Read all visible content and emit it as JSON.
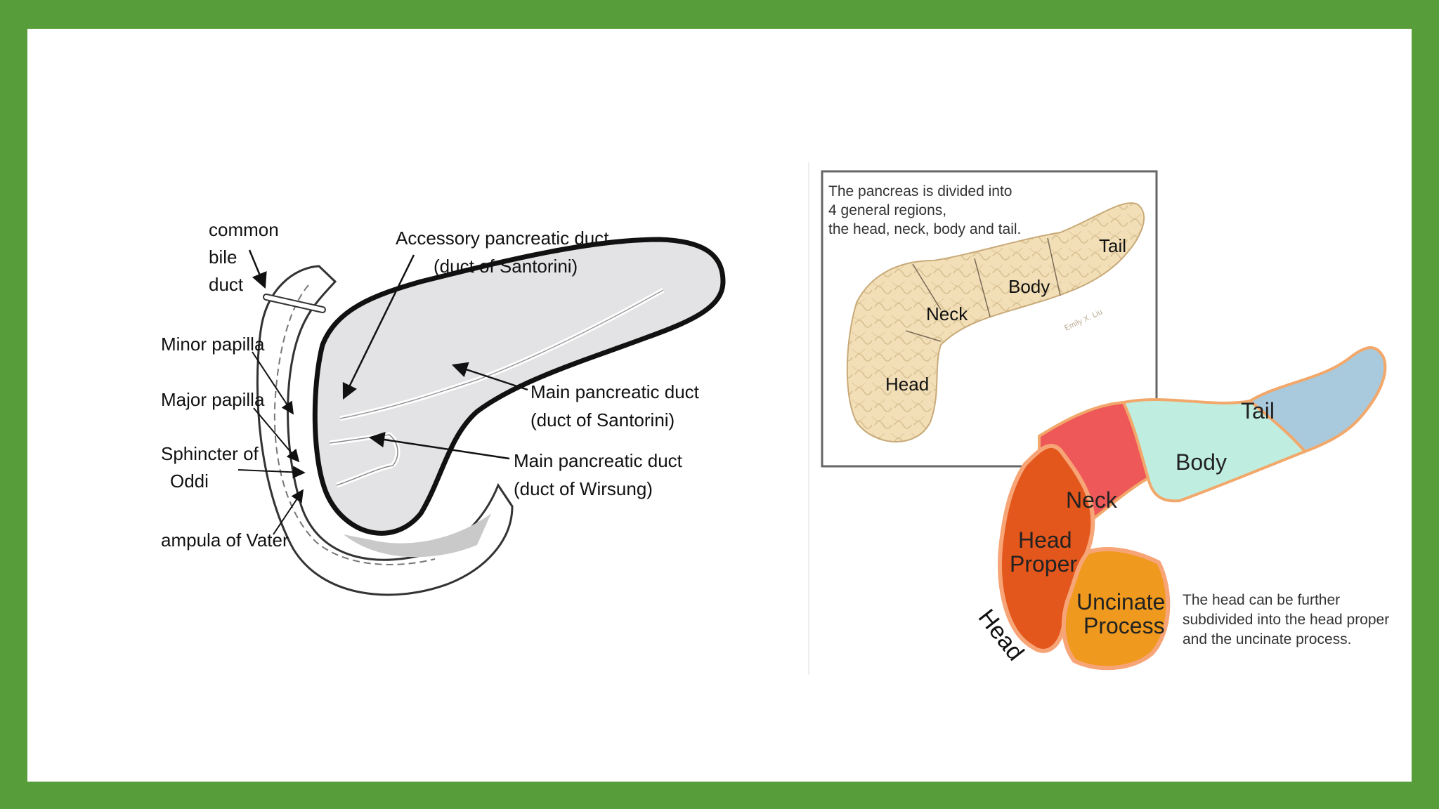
{
  "left_diagram": {
    "labels": {
      "common_bile_duct": [
        "common",
        "bile",
        "duct"
      ],
      "minor_papilla": "Minor papilla",
      "major_papilla": "Major papilla",
      "sphincter": [
        "Sphincter of",
        "Oddi"
      ],
      "ampula": "ampula of Vater",
      "accessory_duct": [
        "Accessory pancreatic duct",
        "(duct of Santorini)"
      ],
      "main_duct_santorini": [
        "Main pancreatic duct",
        "(duct of Santorini)"
      ],
      "main_duct_wirsung": [
        "Main pancreatic duct",
        "(duct of Wirsung)"
      ]
    }
  },
  "right_diagram": {
    "inset": {
      "note": [
        "The pancreas is divided into",
        "4 general regions,",
        "the head, neck, body and tail."
      ],
      "regions": {
        "tail": "Tail",
        "body": "Body",
        "neck": "Neck",
        "head": "Head"
      },
      "signature": "Emily X. Liu"
    },
    "main": {
      "regions": {
        "tail": "Tail",
        "body": "Body",
        "neck": "Neck",
        "head_proper": [
          "Head",
          "Proper"
        ],
        "uncinate": [
          "Uncinate",
          "Process"
        ],
        "head": "Head"
      },
      "note": [
        "The head can be further",
        "subdivided into the head proper",
        "and the uncinate process."
      ]
    },
    "colors": {
      "tail": "#a9c9dc",
      "body": "#bfeee0",
      "neck": "#ee5858",
      "head_proper": "#e3561c",
      "uncinate": "#ef9a1e",
      "inset_tissue": "#f2dfb8"
    }
  }
}
